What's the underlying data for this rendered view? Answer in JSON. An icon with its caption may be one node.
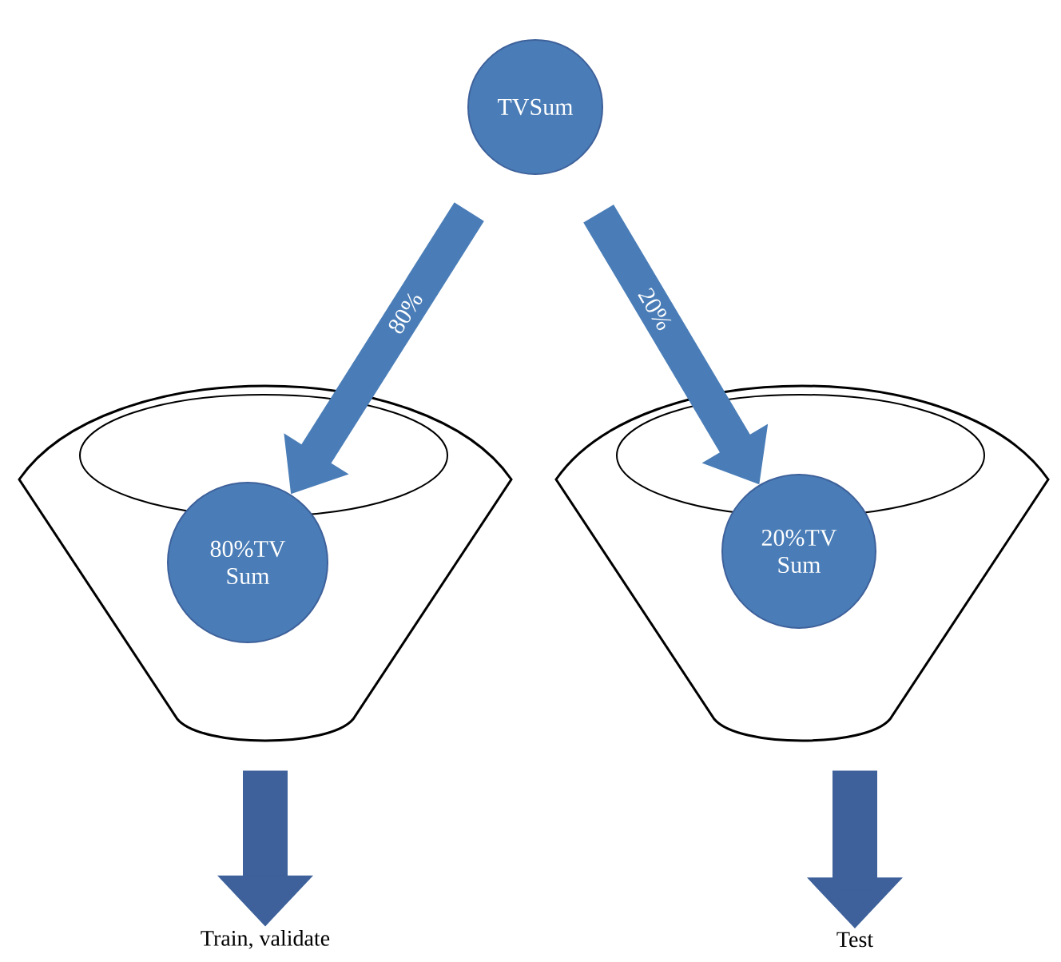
{
  "diagram": {
    "nodes": [
      {
        "text": [
          "TVSum"
        ]
      },
      {
        "text": [],
        "shape": "funnel"
      },
      {
        "text": [
          "80%TV Sum"
        ],
        "in": 1
      },
      {
        "text": [],
        "shape": "funnel"
      },
      {
        "text": [
          "20%TV Sum"
        ],
        "in": 3
      },
      {
        "text": [
          "Train, validate"
        ]
      },
      {
        "text": [
          "Test"
        ]
      }
    ],
    "edges": [
      {
        "from": 0,
        "to": 2,
        "arrow": "to",
        "label": "80%"
      },
      {
        "from": 0,
        "to": 4,
        "arrow": "to",
        "label": "20%"
      },
      {
        "from": 1,
        "to": 5,
        "arrow": "to"
      },
      {
        "from": 3,
        "to": 6,
        "arrow": "to"
      }
    ]
  }
}
